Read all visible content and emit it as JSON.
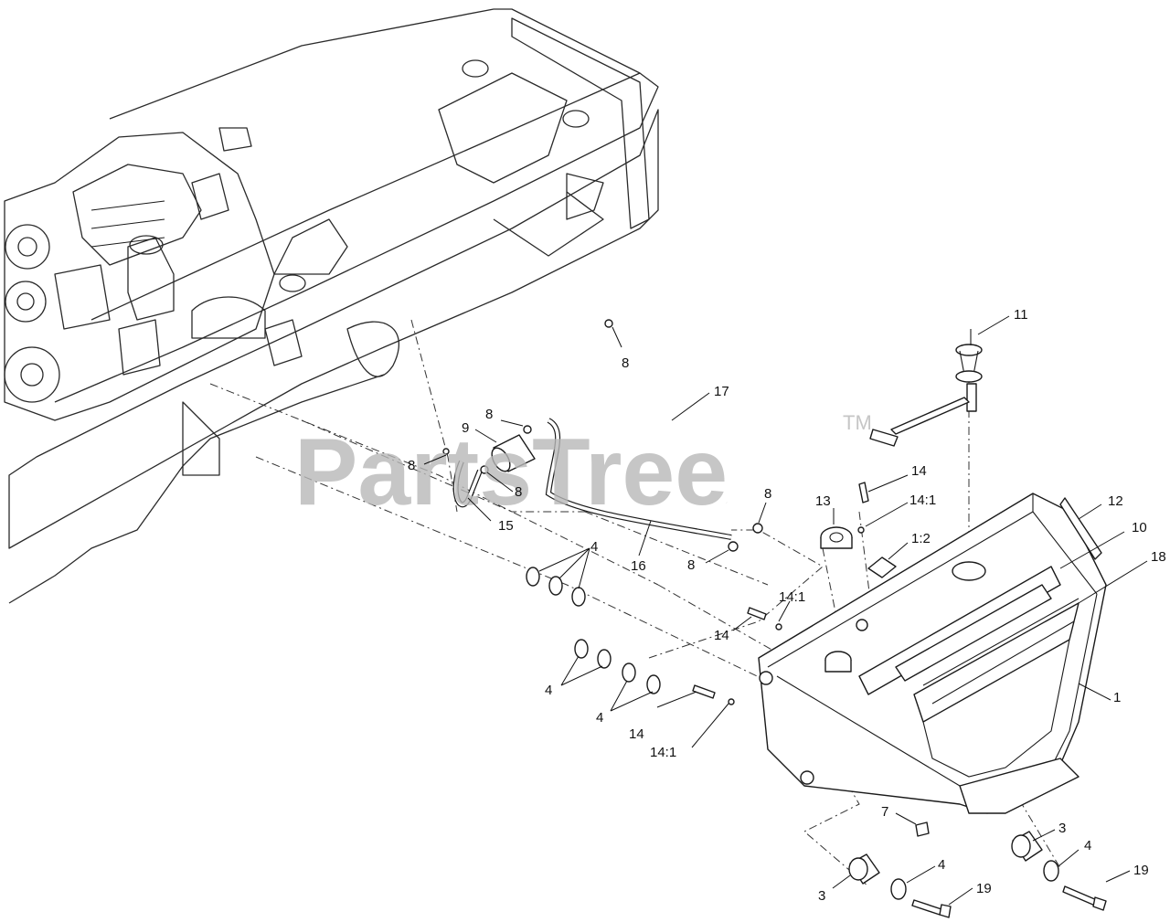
{
  "watermark": {
    "text": "PartsTree",
    "trademark": "TM"
  },
  "callouts": {
    "c11": "11",
    "c8a": "8",
    "c17": "17",
    "c8b": "8",
    "c9": "9",
    "c8c": "8",
    "c8d": "8",
    "c15": "15",
    "c8e": "8",
    "c8f": "8",
    "c16": "16",
    "c14a": "14",
    "c141a": "14:1",
    "c13": "13",
    "c12": "12",
    "c10": "10",
    "c12b": "1:2",
    "c18": "18",
    "c4a": "4",
    "c141b": "14:1",
    "c14b": "14",
    "c4b": "4",
    "c4c": "4",
    "c14c": "14",
    "c141c": "14:1",
    "c1": "1",
    "c7": "7",
    "c3a": "3",
    "c4d": "4",
    "c19a": "19",
    "c3b": "3",
    "c4e": "4",
    "c19b": "19"
  }
}
